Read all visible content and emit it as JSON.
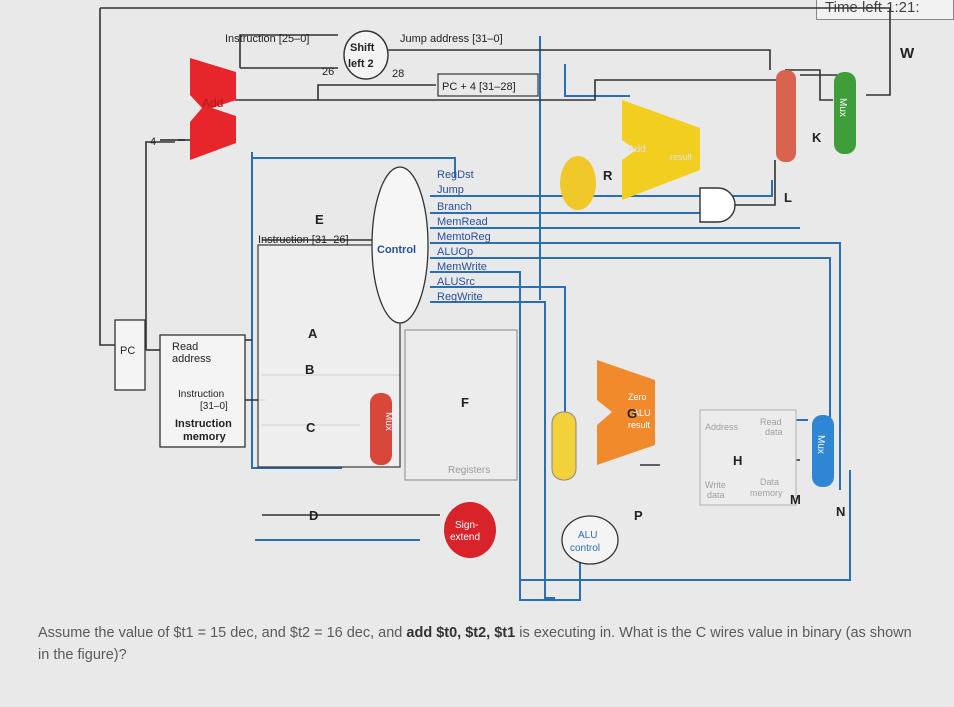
{
  "timer": {
    "text": "Time left 1:21:"
  },
  "labels": {
    "instruction_25_0": "Instruction [25–0]",
    "jump_address": "Jump address [31–0]",
    "shift_left_2": "Shift",
    "shift_left_2b": "left 2",
    "bits_26": "26",
    "bits_28": "28",
    "pc_plus_4": "PC + 4 [31–28]",
    "add": "Add",
    "four": "4",
    "pc": "PC",
    "read_address": "Read",
    "read_address2": "address",
    "instruction_31_0": "Instruction",
    "instruction_31_0b": "[31–0]",
    "instruction_memory": "Instruction",
    "instruction_memory2": "memory",
    "instruction_31_26": "Instruction [31–26]",
    "control": "Control",
    "regdst": "RegDst",
    "jump": "Jump",
    "branch": "Branch",
    "memread": "MemRead",
    "memtoreg": "MemtoReg",
    "aluop": "ALUOp",
    "memwrite": "MemWrite",
    "alusrc": "ALUSrc",
    "regwrite": "RegWrite",
    "sign_extend": "Sign-",
    "sign_extend2": "extend",
    "alu_control": "ALU",
    "alu_control2": "control",
    "zero": "Zero",
    "alu": "ALU",
    "alu_result": "result",
    "address": "Address",
    "read_data": "Read",
    "read_data2": "data",
    "write_data": "Write",
    "write_data2": "data",
    "data_memory": "Data",
    "data_memory2": "memory",
    "registers": "Registers",
    "add2": "Add",
    "add2_result": "result",
    "mux": "Mux"
  },
  "letters": {
    "A": "A",
    "B": "B",
    "C": "C",
    "D": "D",
    "E": "E",
    "F": "F",
    "G": "G",
    "H": "H",
    "K": "K",
    "L": "L",
    "M": "M",
    "N": "N",
    "P": "P",
    "R": "R",
    "W": "W"
  },
  "colors": {
    "add_red": "#e8252a",
    "alu_orange": "#f08a2c",
    "add_yellow": "#f2cf1e",
    "shift_yellow": "#f1c82a",
    "mux_red": "#d9463a",
    "mux_green": "#3f9e3a",
    "mux_blue": "#2e86d4",
    "sign_red": "#d9232a",
    "wire_blue": "#2a6fb3",
    "control_text": "#2a4f9a"
  },
  "question": {
    "part1": "Assume the value of $t1 = 15 dec, and $t2 = 16 dec, and ",
    "instr": "add $t0, $t2, $t1",
    "part2": " is executing in. What is the C wires value in binary (as shown in the figure)?"
  }
}
